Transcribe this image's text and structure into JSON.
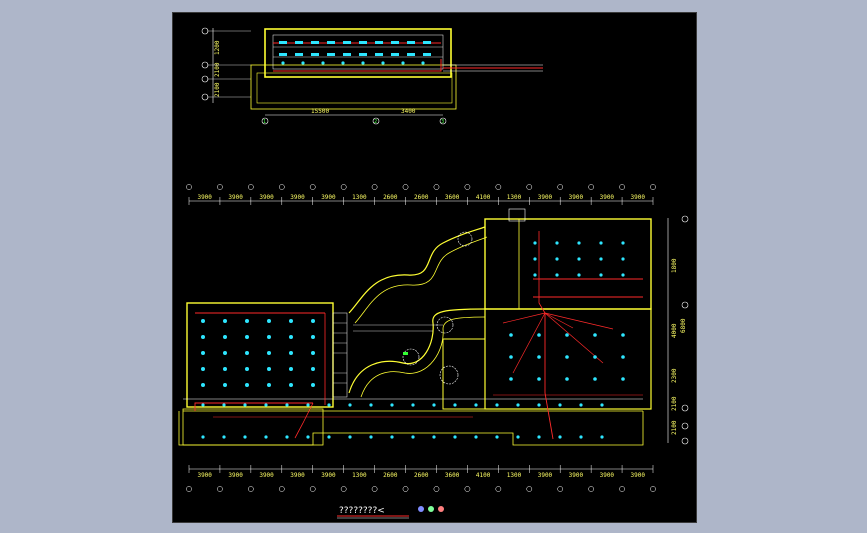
{
  "drawing": {
    "title": "????????<",
    "colors": {
      "background": "#000000",
      "walls": "#ffff33",
      "wiring": "#ff2a2a",
      "fixtures": "#2ee6ff",
      "axis": "#44ff44"
    }
  },
  "top_plan": {
    "dims_left": [
      "1200",
      "2100",
      "2100"
    ],
    "dims_bottom": [
      "15500",
      "3400"
    ],
    "axis_labels": [
      "A",
      "B",
      "C",
      "D",
      "1",
      "2",
      "3"
    ]
  },
  "main_plan": {
    "dims_top": [
      "3900",
      "3900",
      "3900",
      "3900",
      "3900",
      "1300",
      "2600",
      "2600",
      "3600",
      "4100",
      "1300",
      "3900",
      "3900",
      "3900",
      "3900"
    ],
    "dims_bottom": [
      "3900",
      "3900",
      "3900",
      "3900",
      "3900",
      "1300",
      "2600",
      "2600",
      "3600",
      "4100",
      "1300",
      "3900",
      "3900",
      "3900",
      "3900"
    ],
    "dims_right": [
      "1800",
      "4000",
      "2300",
      "2100",
      "2100"
    ],
    "dims_right_total": "6800"
  }
}
